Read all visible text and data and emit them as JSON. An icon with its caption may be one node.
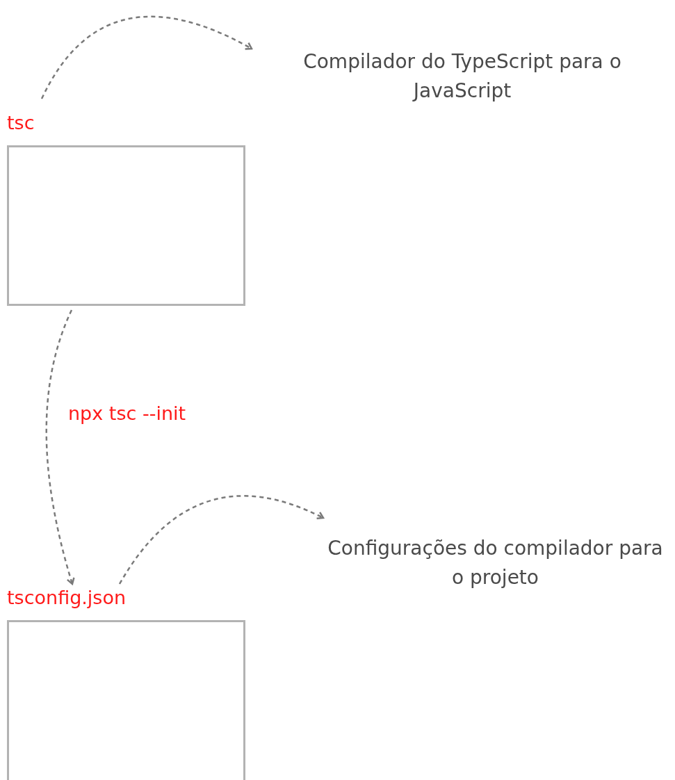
{
  "diagram": {
    "nodes": [
      {
        "text": [
          "tsc"
        ]
      },
      {
        "text": [
          "Compilador do TypeScript para o JavaScript"
        ]
      },
      {
        "text": [
          "tsconfig.json"
        ]
      },
      {
        "text": [
          "Configurações do compilador para o projeto"
        ]
      }
    ],
    "edges": [
      {
        "from": 0,
        "to": 1,
        "arrow": "to",
        "style": "dashed"
      },
      {
        "from": 0,
        "to": 2,
        "arrow": "to",
        "style": "dashed",
        "label": "npx tsc --init"
      },
      {
        "from": 2,
        "to": 3,
        "arrow": "to",
        "style": "dashed"
      }
    ]
  }
}
